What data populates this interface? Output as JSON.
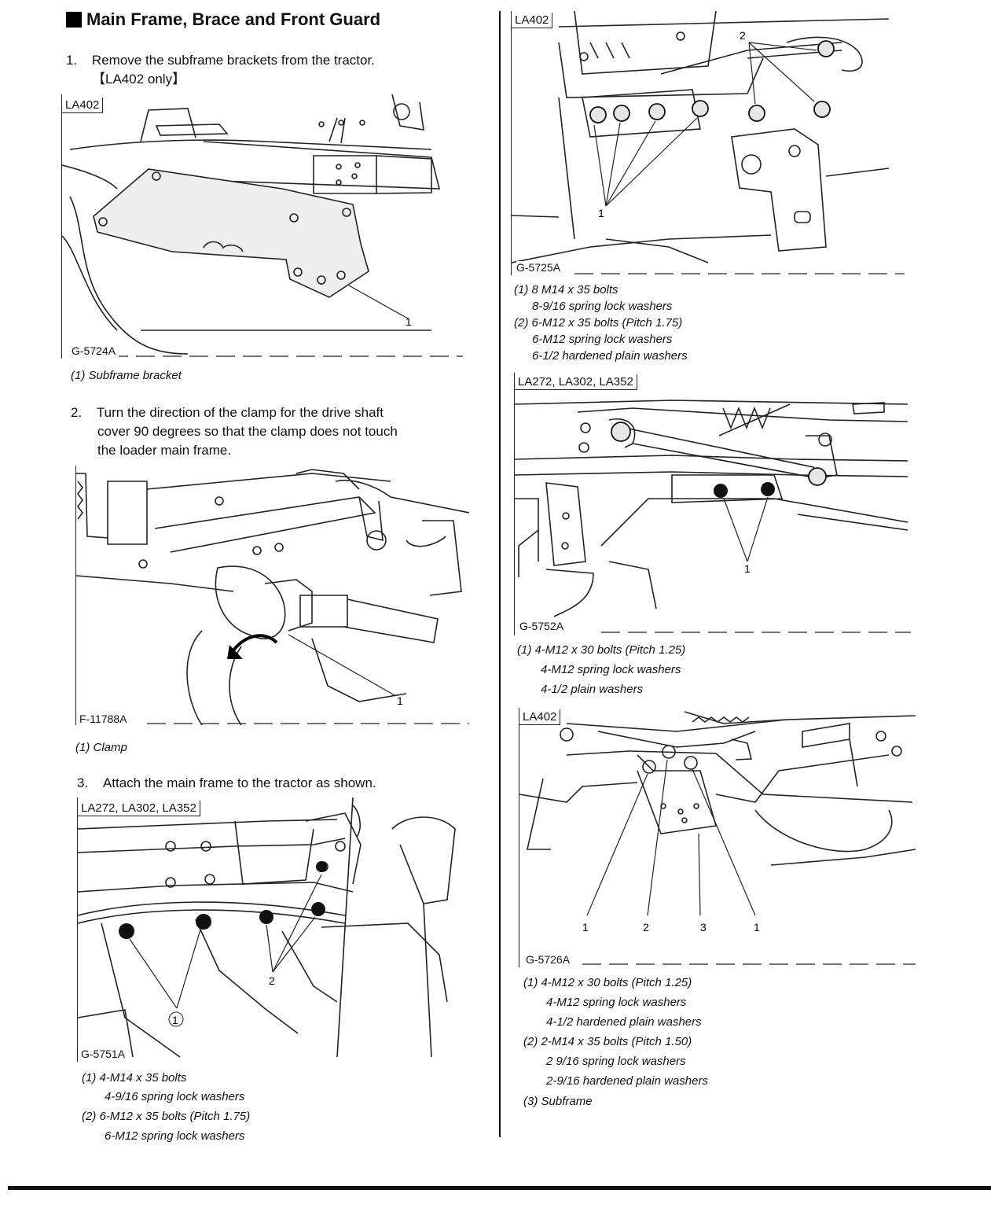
{
  "section_title": "Main Frame, Brace and Front Guard",
  "steps": [
    {
      "num": "1.",
      "lines": [
        "Remove the subframe brackets from the tractor.",
        "【LA402 only】"
      ]
    },
    {
      "num": "2.",
      "lines": [
        "Turn the direction of the clamp for the drive shaft",
        "cover 90 degrees so that the clamp does not touch",
        "the loader main frame."
      ]
    },
    {
      "num": "3.",
      "lines": [
        "Attach the main frame to the tractor as shown."
      ]
    }
  ],
  "figures": {
    "g5724a": {
      "model": "LA402",
      "id": "G-5724A",
      "callouts": [
        "1"
      ],
      "captions": [
        "(1) Subframe bracket"
      ]
    },
    "f11788a": {
      "id": "F-11788A",
      "callouts": [
        "1"
      ],
      "captions": [
        "(1) Clamp"
      ]
    },
    "g5751a": {
      "model": "LA272, LA302, LA352",
      "id": "G-5751A",
      "callouts": [
        "1",
        "2"
      ],
      "captions": [
        "(1) 4-M14 x 35 bolts",
        "4-9/16 spring lock washers",
        "(2) 6-M12 x 35 bolts (Pitch 1.75)",
        "6-M12 spring lock washers"
      ]
    },
    "g5725a": {
      "model": "LA402",
      "id": "G-5725A",
      "callouts": [
        "1",
        "2"
      ],
      "captions": [
        "(1) 8 M14 x 35 bolts",
        "8-9/16 spring lock washers",
        "(2) 6-M12 x 35 bolts (Pitch 1.75)",
        "6-M12 spring lock washers",
        "6-1/2 hardened plain washers"
      ]
    },
    "g5752a": {
      "model": "LA272, LA302, LA352",
      "id": "G-5752A",
      "callouts": [
        "1"
      ],
      "captions": [
        "(1) 4-M12 x 30 bolts (Pitch 1.25)",
        "4-M12 spring lock washers",
        "4-1/2 plain washers"
      ]
    },
    "g5726a": {
      "model": "LA402",
      "id": "G-5726A",
      "callouts": [
        "1",
        "2",
        "3",
        "1"
      ],
      "captions": [
        "(1) 4-M12 x 30 bolts (Pitch 1.25)",
        "4-M12 spring lock washers",
        "4-1/2 hardened plain washers",
        "(2) 2-M14 x 35 bolts (Pitch 1.50)",
        "2 9/16 spring lock washers",
        "2-9/16 hardened plain washers",
        "(3) Subframe"
      ]
    }
  }
}
